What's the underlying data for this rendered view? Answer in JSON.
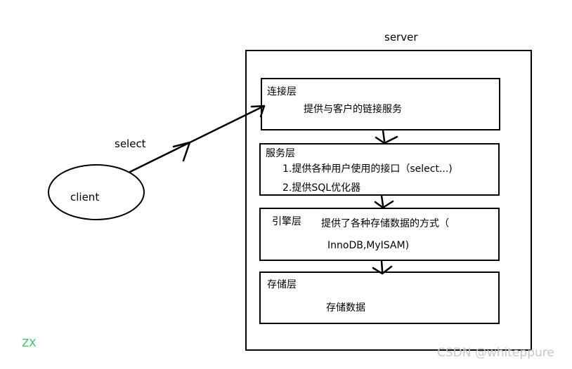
{
  "server": {
    "label": "server"
  },
  "client": {
    "label": "client"
  },
  "request": {
    "label": "select"
  },
  "layers": [
    {
      "title": "连接层",
      "lines": [
        "提供与客户的链接服务"
      ]
    },
    {
      "title": "服务层",
      "lines": [
        "1.提供各种用户使用的接口（select...)",
        "2.提供SQL优化器"
      ]
    },
    {
      "title": "引擎层",
      "lines": [
        "提供了各种存储数据的方式（",
        "InnoDB,MyISAM)"
      ]
    },
    {
      "title": "存储层",
      "lines": [
        "存储数据"
      ]
    }
  ],
  "signature": "ZX",
  "watermark": "CSDN @whiteppure",
  "colors": {
    "signature": "#39c45a",
    "watermark": "#c8c8c8",
    "ink": "#000000"
  }
}
